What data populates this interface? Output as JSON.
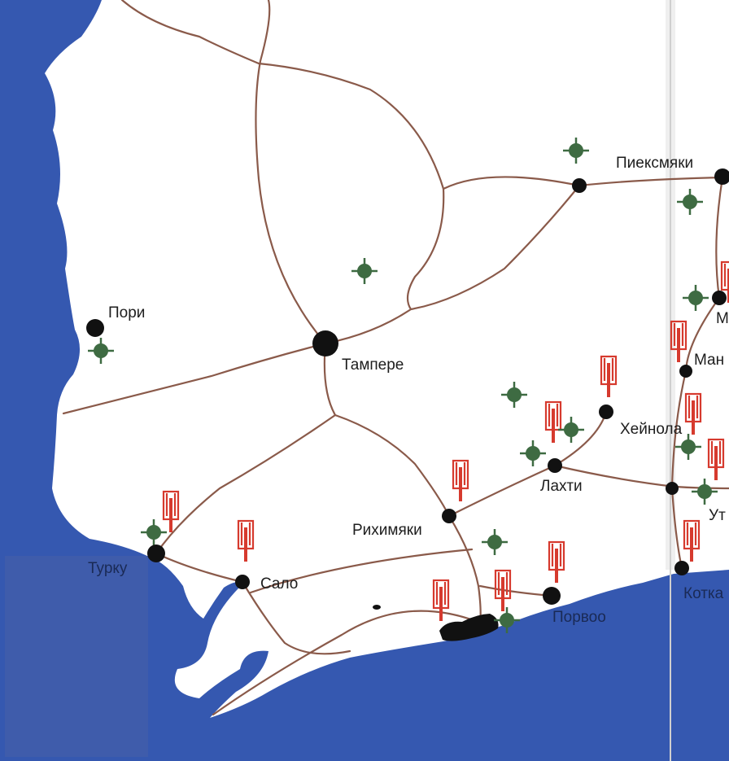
{
  "colors": {
    "sea": "#3558b0",
    "land": "#ffffff",
    "road": "#8a5a4a",
    "city": "#111111",
    "station": "#3e6b42",
    "power_plant": "#d63a2e",
    "fold": "#d8d8d8"
  },
  "cities": {
    "pori": "Пори",
    "tampere": "Тампере",
    "pieksamaki": "Пиексмяки",
    "heinola": "Хейнола",
    "lahti": "Лахти",
    "riihimaki": "Рихимяки",
    "turku": "Турку",
    "salo": "Сало",
    "porvoo": "Порвоо",
    "mikkeli_partial": "М",
    "mantyharju_partial": "Ман",
    "utti_partial": "Ут",
    "kotka_partial": "Котка"
  },
  "legend_icons": {
    "power_plant": "power-plant-icon",
    "station": "station-icon",
    "city": "city-dot-icon"
  }
}
